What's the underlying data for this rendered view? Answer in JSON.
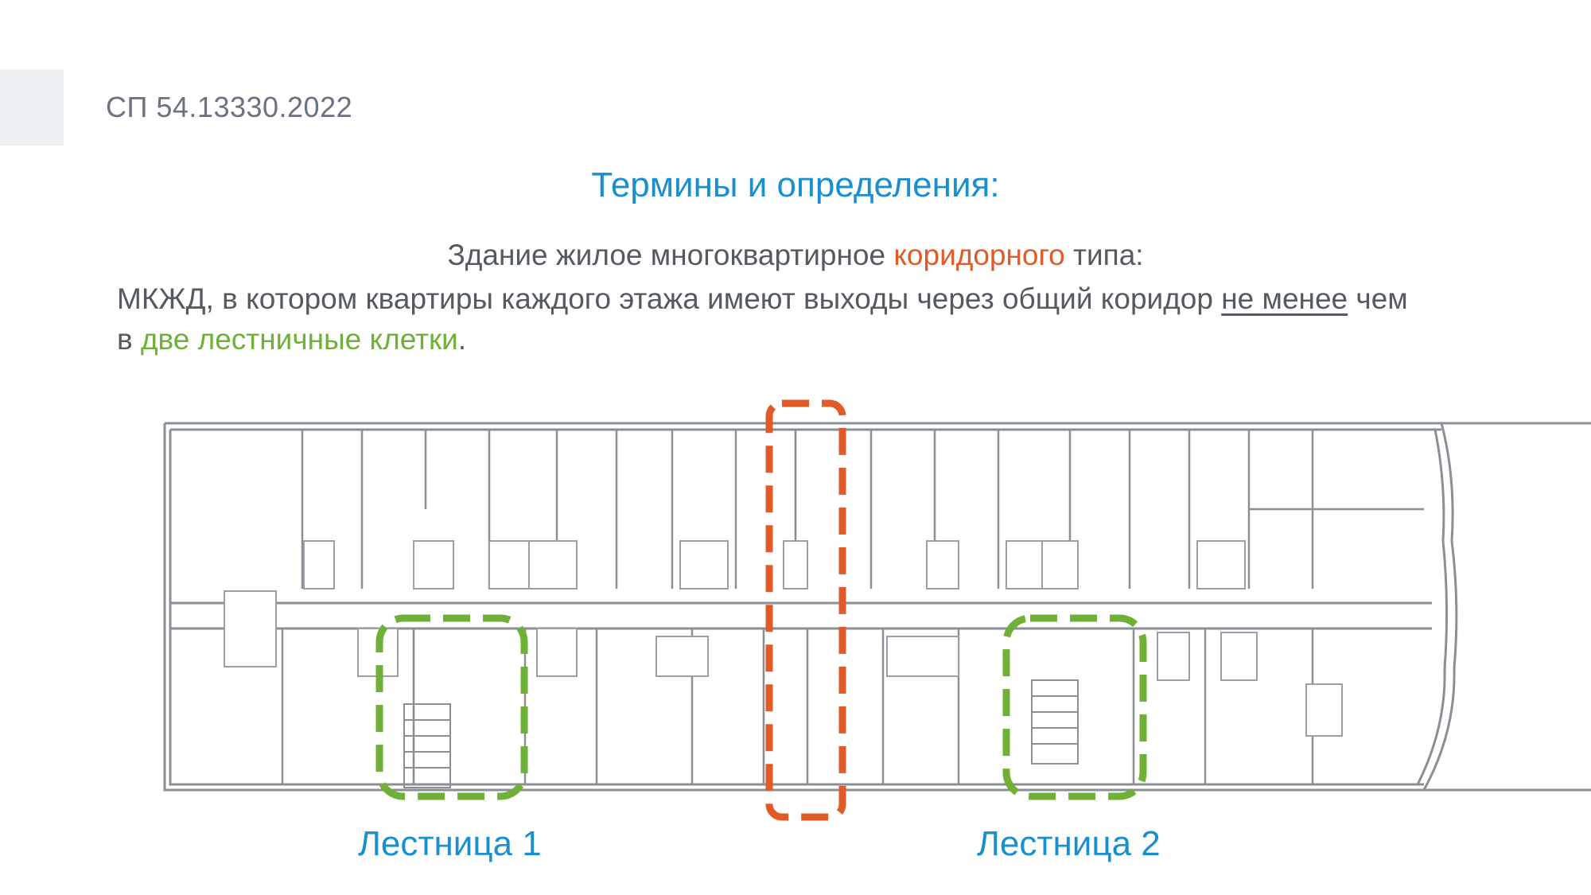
{
  "header": {
    "doc_code": "СП 54.13330.2022"
  },
  "section": {
    "title": "Термины и определения:"
  },
  "definition": {
    "heading_pre": "Здание жилое многоквартирное ",
    "heading_accent": "коридорного",
    "heading_post": " типа:",
    "body_pre": "МКЖД, в котором квартиры каждого этажа имеют выходы через общий коридор ",
    "body_underline": "не менее",
    "body_mid": " чем",
    "body_line2_pre": "в ",
    "body_accent": "две лестничные клетки",
    "body_end": "."
  },
  "plan": {
    "stair_1_label": "Лестница 1",
    "stair_2_label": "Лестница 2"
  },
  "colors": {
    "accent_blue": "#1a8fd0",
    "accent_orange": "#e25a27",
    "accent_green": "#6fb136",
    "text_gray": "#555a60"
  }
}
